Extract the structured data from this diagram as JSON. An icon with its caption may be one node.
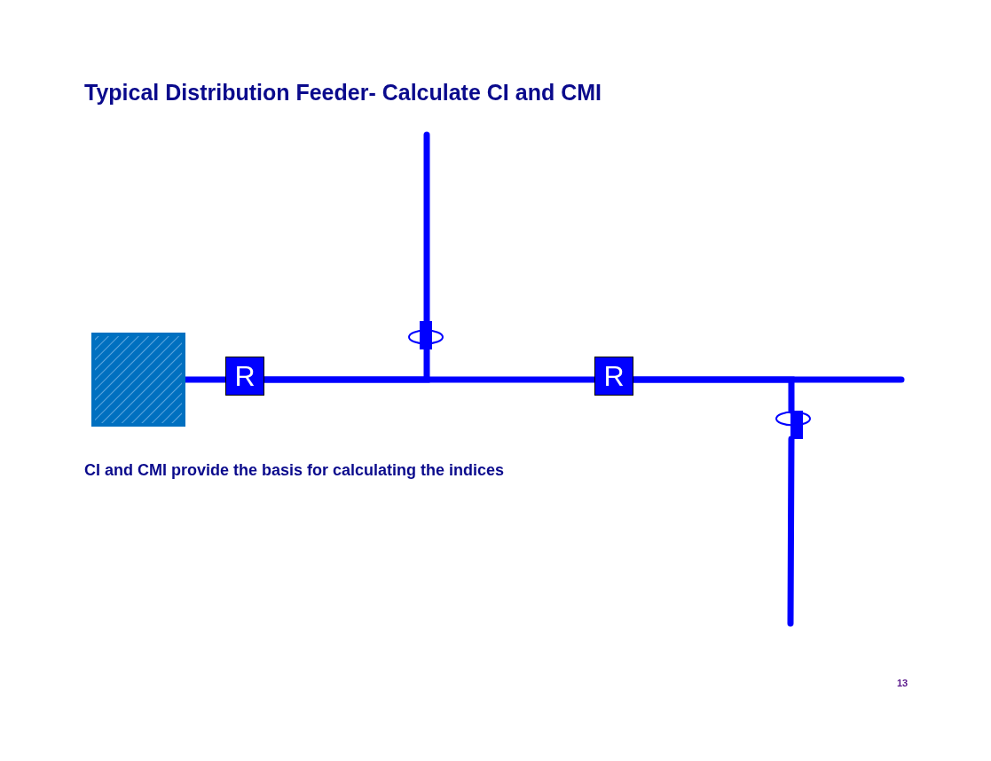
{
  "diagram": {
    "title": "Typical Distribution Feeder- Calculate CI and CMI",
    "nodes": [
      {
        "text": [],
        "shape": "box"
      },
      {
        "text": [
          "R"
        ]
      },
      {
        "text": [
          "R"
        ]
      },
      {
        "text": [],
        "shape": "box"
      },
      {
        "text": [],
        "shape": "box"
      }
    ],
    "edges": [
      {
        "from": 0,
        "to": 1,
        "arrow": "none"
      },
      {
        "from": 1,
        "to": 2,
        "arrow": "none"
      },
      {
        "from": 1,
        "to": 3,
        "arrow": "none"
      },
      {
        "from": 3,
        "to": null,
        "arrow": "none"
      },
      {
        "from": 2,
        "to": null,
        "arrow": "none"
      },
      {
        "from": 2,
        "to": 4,
        "arrow": "none"
      },
      {
        "from": 4,
        "to": null,
        "arrow": "none"
      }
    ],
    "labels": [
      "CI and CMI provide the basis for calculating the indices",
      "13"
    ]
  }
}
